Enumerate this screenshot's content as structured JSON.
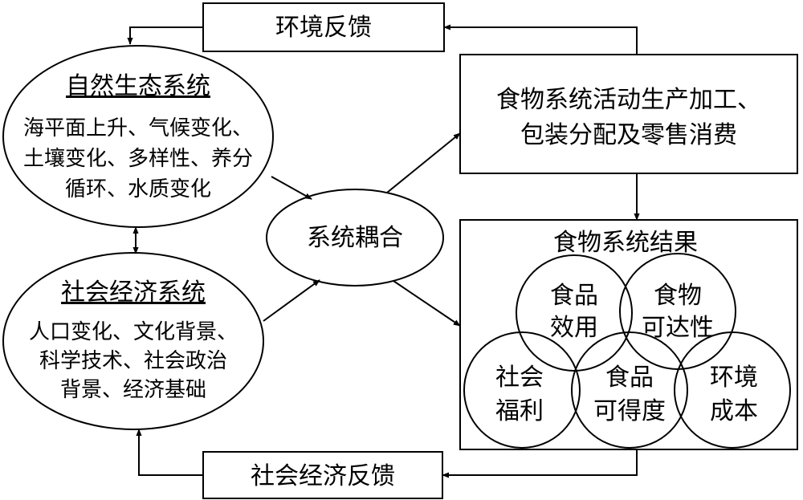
{
  "feedback": {
    "environment": "环境反馈",
    "socioeconomic": "社会经济反馈"
  },
  "natural_system": {
    "title": "自然生态系统",
    "lines": [
      "海平面上升、气候变化、",
      "土壤变化、多样性、养分",
      "循环、水质变化"
    ]
  },
  "socioeconomic_system": {
    "title": "社会经济系统",
    "lines": [
      "人口变化、文化背景、",
      "科学技术、社会政治",
      "背景、经济基础"
    ]
  },
  "coupling": "系统耦合",
  "food_activities": {
    "lines": [
      "食物系统活动生产加工、",
      "包装分配及零售消费"
    ]
  },
  "food_outcomes": {
    "title": "食物系统结果",
    "circles": [
      {
        "lines": [
          "食品",
          "效用"
        ]
      },
      {
        "lines": [
          "食物",
          "可达性"
        ]
      },
      {
        "lines": [
          "社会",
          "福利"
        ]
      },
      {
        "lines": [
          "食品",
          "可得度"
        ]
      },
      {
        "lines": [
          "环境",
          "成本"
        ]
      }
    ]
  }
}
